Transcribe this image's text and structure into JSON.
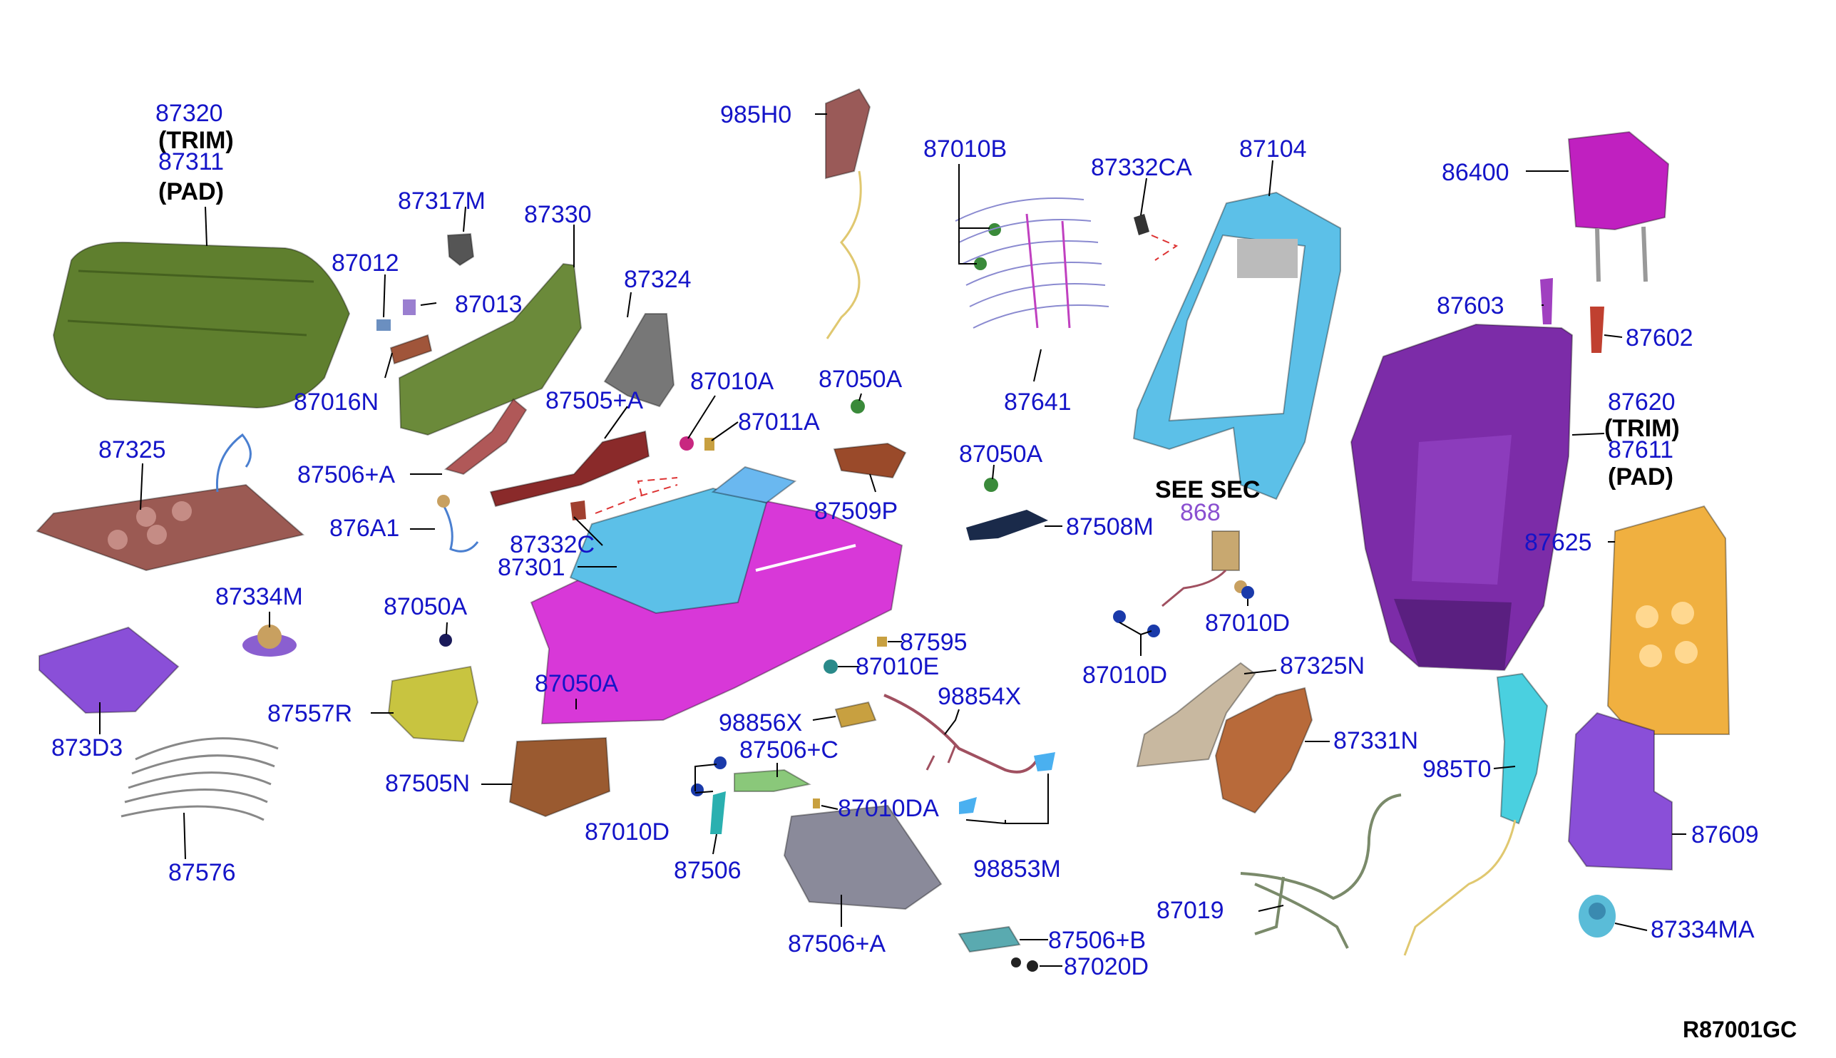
{
  "diagram": {
    "code": "R87001GC",
    "colors": {
      "callout_text": "#1414c8",
      "reference_text": "#8a4fd0",
      "leader_line": "#000000",
      "dashed_guide": "#dd3333"
    },
    "notes": {
      "see_sec": "SEE SEC",
      "see_sec_num": "868"
    },
    "labels": {
      "l87320": "87320",
      "l87320_trim": "(TRIM)",
      "l87311": "87311",
      "l87311_pad": "(PAD)",
      "l87317M": "87317M",
      "l87330": "87330",
      "l87012": "87012",
      "l87013": "87013",
      "l87324": "87324",
      "l87016N": "87016N",
      "l87325": "87325",
      "l87505A": "87505+A",
      "l87010A": "87010A",
      "l87011A": "87011A",
      "l87506A_1": "87506+A",
      "l876A1": "876A1",
      "l87332C": "87332C",
      "l87301": "87301",
      "l87334M": "87334M",
      "l87050A_1": "87050A",
      "l873D3": "873D3",
      "l87557R": "87557R",
      "l87050A_2": "87050A",
      "l87576": "87576",
      "l87505N": "87505N",
      "l985H0": "985H0",
      "l87050A_3": "87050A",
      "l87509P": "87509P",
      "l87595": "87595",
      "l87010E": "87010E",
      "l98856X": "98856X",
      "l98854X": "98854X",
      "l87506C": "87506+C",
      "l87010D_1": "87010D",
      "l87010DA": "87010DA",
      "l87506": "87506",
      "l98853M": "98853M",
      "l87506A_2": "87506+A",
      "l87506B": "87506+B",
      "l87020D": "87020D",
      "l87010B": "87010B",
      "l87641": "87641",
      "l87050A_4": "87050A",
      "l87508M": "87508M",
      "l87332CA": "87332CA",
      "l87104": "87104",
      "l87010D_2": "87010D",
      "l87010D_3": "87010D",
      "l87325N": "87325N",
      "l87331N": "87331N",
      "l87019": "87019",
      "l86400": "86400",
      "l87603": "87603",
      "l87602": "87602",
      "l87620": "87620",
      "l87620_trim": "(TRIM)",
      "l87611": "87611",
      "l87611_pad": "(PAD)",
      "l87625": "87625",
      "l985T0": "985T0",
      "l87609": "87609",
      "l87334MA": "87334MA"
    }
  }
}
